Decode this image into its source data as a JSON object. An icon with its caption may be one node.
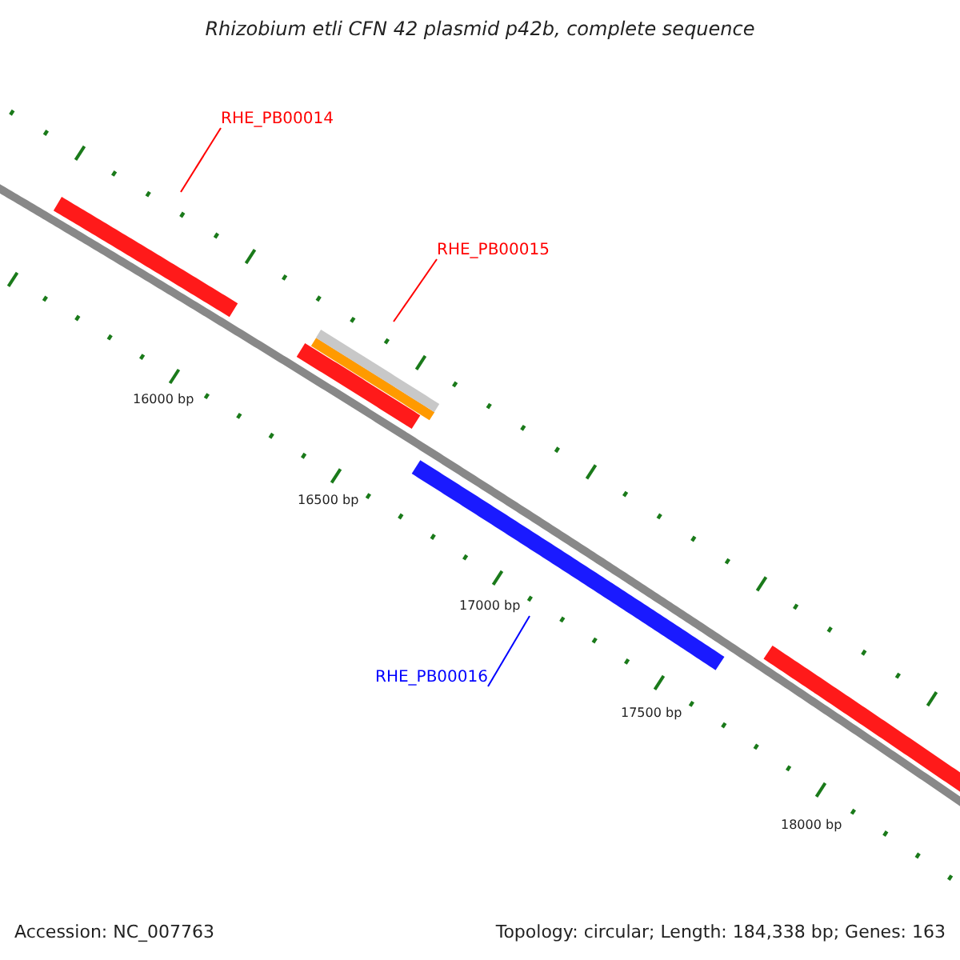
{
  "diagram": {
    "title": "Rhizobium etli CFN 42 plasmid p42b, complete sequence",
    "nodes": [
      {
        "text": [
          "RHE_PB00014"
        ]
      },
      {
        "text": [],
        "shape": "bar"
      },
      {
        "text": [
          "RHE_PB00015"
        ]
      },
      {
        "text": [],
        "shape": "bar"
      },
      {
        "text": [],
        "shape": "bar"
      },
      {
        "text": [
          "RHE_PB00016"
        ]
      }
    ],
    "edges": [
      {
        "from": 0,
        "to": 1,
        "arrow": "none"
      },
      {
        "from": 2,
        "to": 3,
        "arrow": "none"
      },
      {
        "from": 5,
        "to": 4,
        "arrow": "none",
        "color": "#0000ff"
      }
    ],
    "labels": [
      "16000 bp",
      "16500 bp",
      "17000 bp",
      "17500 bp",
      "18000 bp",
      "Accession: NC_007763",
      "Topology: circular; Length: 184,338 bp; Genes: 163"
    ]
  }
}
